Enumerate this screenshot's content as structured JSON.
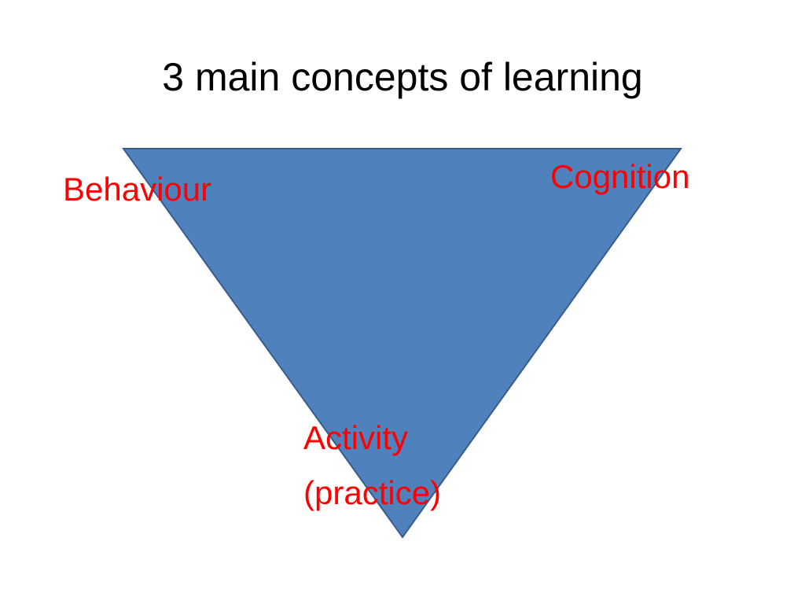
{
  "slide": {
    "title": "3 main concepts of learning"
  },
  "diagram": {
    "shape": "inverted-triangle",
    "fill_color": "#4f81bd",
    "stroke_color": "#385d8a",
    "label_color": "#ff0000",
    "labels": {
      "behaviour": "Behaviour",
      "cognition": "Cognition",
      "activity_line1": "Activity",
      "activity_line2": "(practice)"
    }
  }
}
